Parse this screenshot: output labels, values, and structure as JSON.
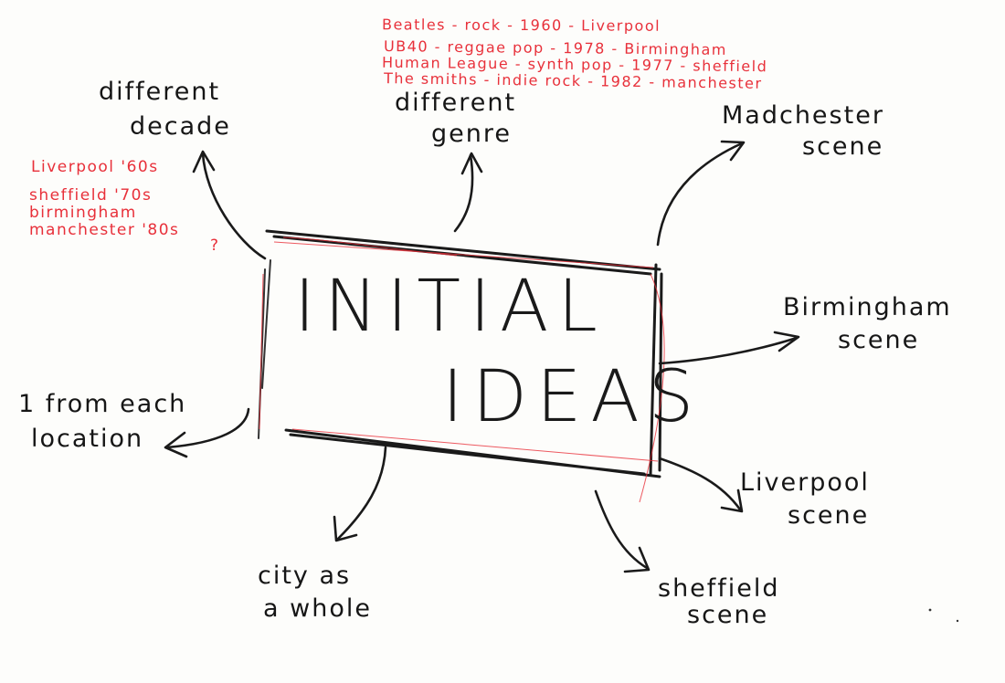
{
  "center": {
    "line1": "INITIAL",
    "line2": "IDEAS"
  },
  "branches": {
    "different_decade": {
      "line1": "different",
      "line2": "decade"
    },
    "different_genre": {
      "line1": "different",
      "line2": "genre"
    },
    "madchester": {
      "line1": "Madchester",
      "line2": "scene"
    },
    "birmingham": {
      "line1": "Birmingham",
      "line2": "scene"
    },
    "liverpool": {
      "line1": "Liverpool",
      "line2": "scene"
    },
    "sheffield": {
      "line1": "sheffield",
      "line2": "scene"
    },
    "city": {
      "line1": "city as",
      "line2": "a whole"
    },
    "location": {
      "line1": "1 from each",
      "line2": "location"
    }
  },
  "decade_notes": [
    "Liverpool '60s",
    "sheffield '70s",
    "birmingham",
    "manchester '80s",
    "?"
  ],
  "genre_notes": [
    "Beatles - rock - 1960 - Liverpool",
    "UB40 - reggae pop - 1978 - Birmingham",
    "Human League - synth pop - 1977 - sheffield",
    "The smiths - indie rock - 1982 - manchester"
  ],
  "colors": {
    "ink": "#161616",
    "note_red": "#e8303a"
  }
}
